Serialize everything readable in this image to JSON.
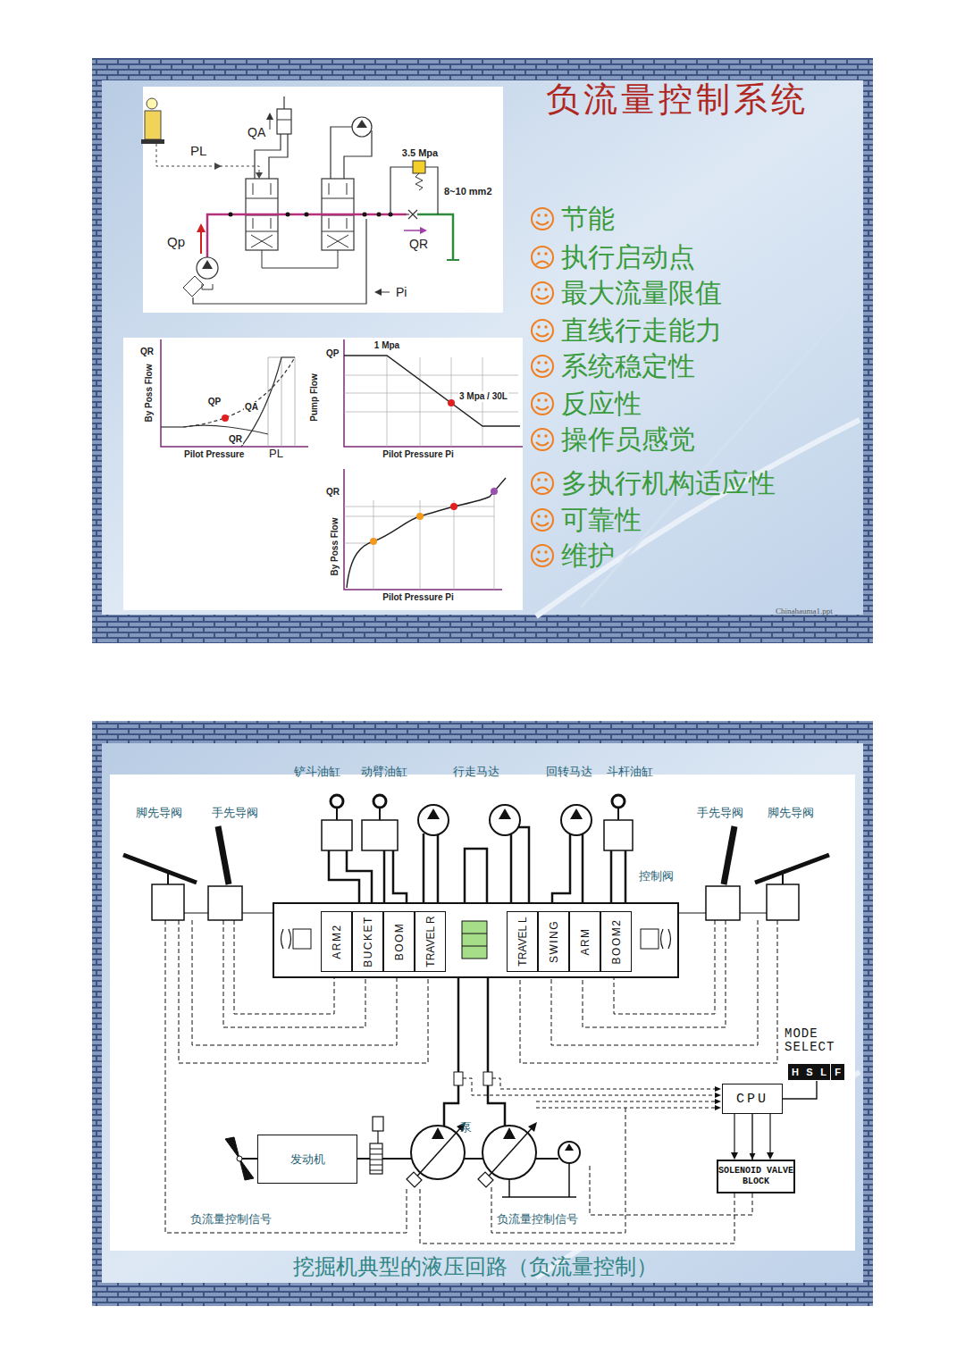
{
  "diagram": {
    "title": "负流量控制系统",
    "caption": "挖掘机典型的液压回路（负流量控制）",
    "nodes": [
      {
        "text": [
          "控制阀"
        ]
      },
      {
        "text": [
          "ARM2"
        ],
        "in": 0
      },
      {
        "text": [
          "BUCKET"
        ],
        "in": 0
      },
      {
        "text": [
          "BOOM"
        ],
        "in": 0
      },
      {
        "text": [
          "TRAVEL R"
        ],
        "in": 0
      },
      {
        "text": [
          "TRAVEL L"
        ],
        "in": 0
      },
      {
        "text": [
          "SWING"
        ],
        "in": 0
      },
      {
        "text": [
          "ARM"
        ],
        "in": 0
      },
      {
        "text": [
          "BOOM2"
        ],
        "in": 0
      },
      {
        "text": [
          "MODE SELECT"
        ]
      },
      {
        "text": [
          "H"
        ],
        "in": 9
      },
      {
        "text": [
          "S"
        ],
        "in": 9
      },
      {
        "text": [
          "L"
        ],
        "in": 9
      },
      {
        "text": [
          "F"
        ],
        "in": 9
      },
      {
        "text": [
          "CPU"
        ]
      },
      {
        "text": [
          "SOLENOID VALVE BLOCK"
        ]
      },
      {
        "text": [
          "发动机"
        ]
      }
    ],
    "edges": [
      {
        "from": 9,
        "to": 14,
        "arrow": "none"
      },
      {
        "from": 14,
        "to": 15,
        "arrow": "to"
      }
    ],
    "labels": [
      "PL",
      "QA",
      "3.5 Mpa",
      "8~10 mm2",
      "Qp",
      "QR",
      "Pi",
      "QR",
      "By Poss Flow",
      "QP",
      "QA",
      "QR",
      "Pilot Pressure",
      "PL",
      "1 Mpa",
      "QP",
      "Pump Flow",
      "3 Mpa / 30L",
      "Pilot Pressure Pi",
      "QR",
      "By Poss Flow",
      "Pilot Pressure Pi",
      "节能",
      "执行启动点",
      "最大流量限值",
      "直线行走能力",
      "系统稳定性",
      "反应性",
      "操作员感觉",
      "多执行机构适应性",
      "可靠性",
      "维护",
      "Chinahauma1.ppt",
      "铲斗油缸",
      "动臂油缸",
      "行走马达",
      "回转马达",
      "斗杆油缸",
      "脚先导阀",
      "手先导阀",
      "手先导阀",
      "脚先导阀",
      "泵",
      "负流量控制信号",
      "负流量控制信号"
    ]
  }
}
